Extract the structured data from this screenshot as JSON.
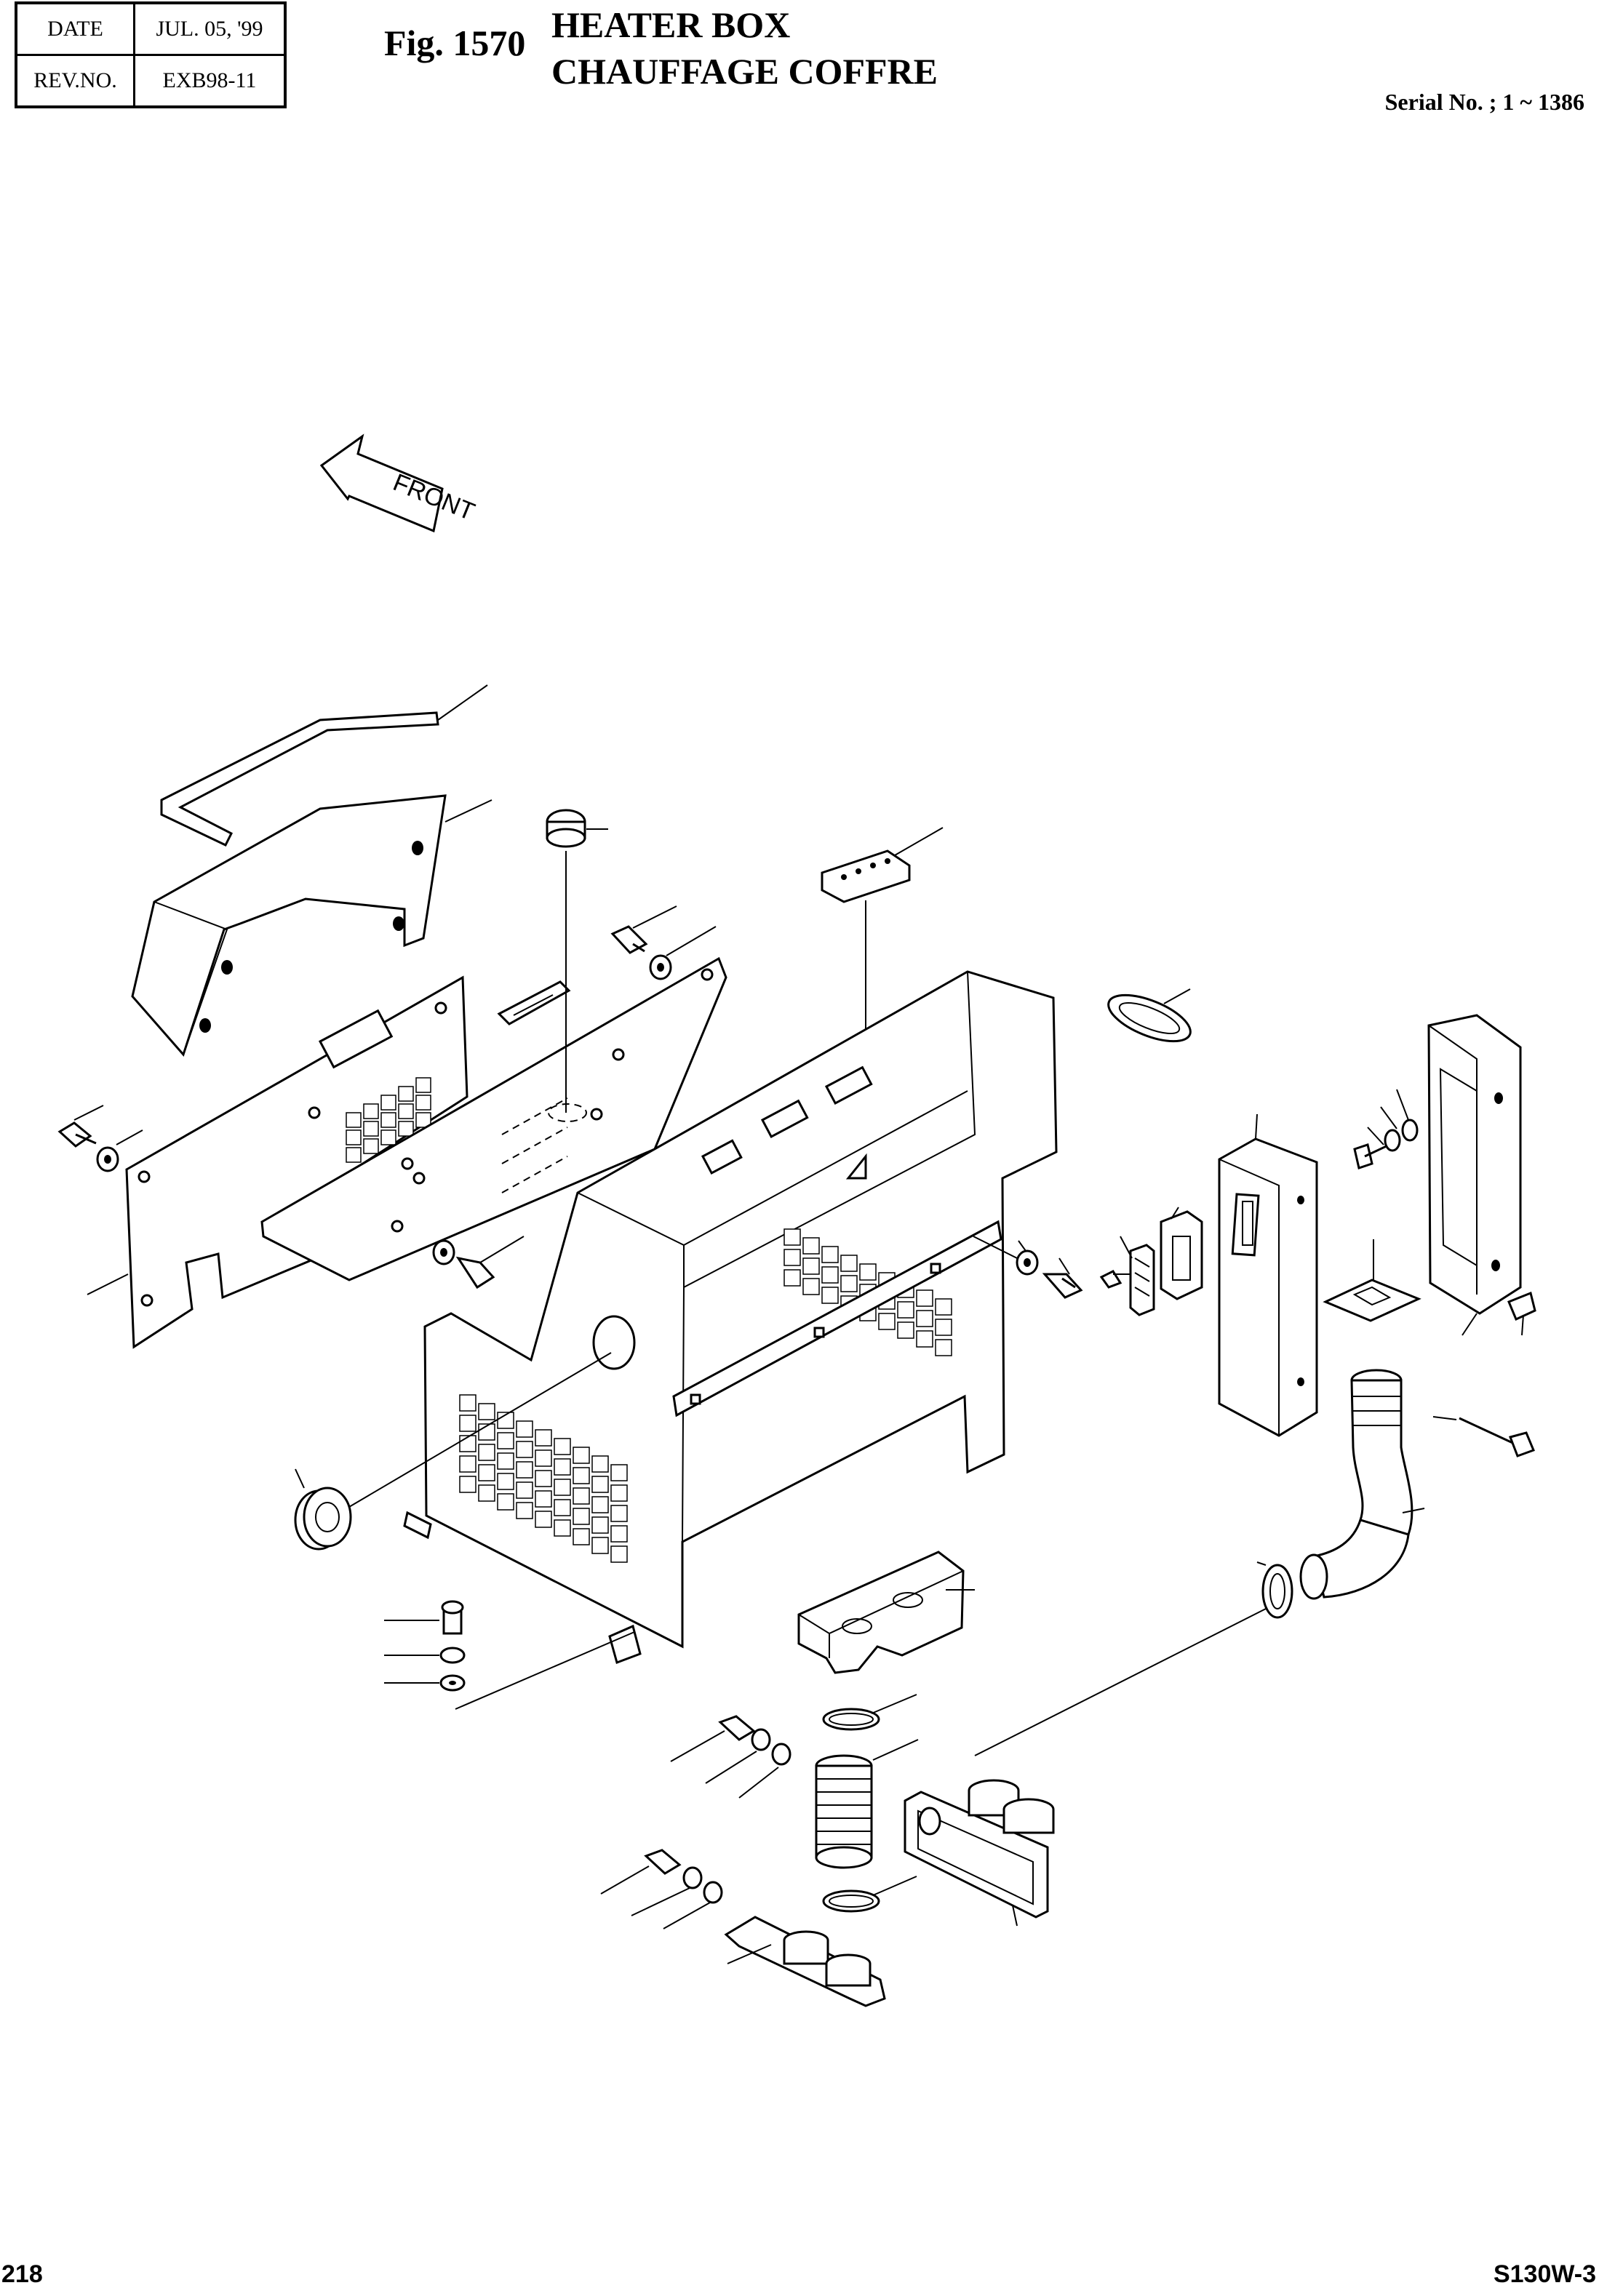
{
  "header": {
    "date_label": "DATE",
    "date_value": "JUL. 05, '99",
    "rev_label": "REV.NO.",
    "rev_value": "EXB98-11",
    "figure_number": "Fig. 1570",
    "title_en": "HEATER BOX",
    "title_fr": "CHAUFFAGE COFFRE",
    "serial": "Serial No. ; 1 ~ 1386"
  },
  "diagram": {
    "front_arrow_label": "FRONT"
  },
  "footer": {
    "page_number": "218",
    "model": "S130W-3"
  }
}
